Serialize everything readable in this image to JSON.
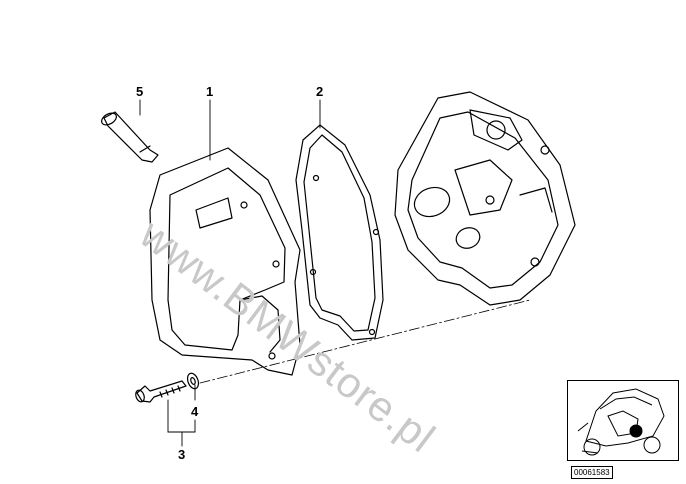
{
  "callouts": {
    "c1": "1",
    "c2": "2",
    "c3": "3",
    "c4": "4",
    "c5": "5"
  },
  "watermark": "www.BMWstore.pl",
  "doc_number": "00061583",
  "colors": {
    "line": "#000000",
    "watermark": "#c8c8c8",
    "background": "#ffffff"
  }
}
